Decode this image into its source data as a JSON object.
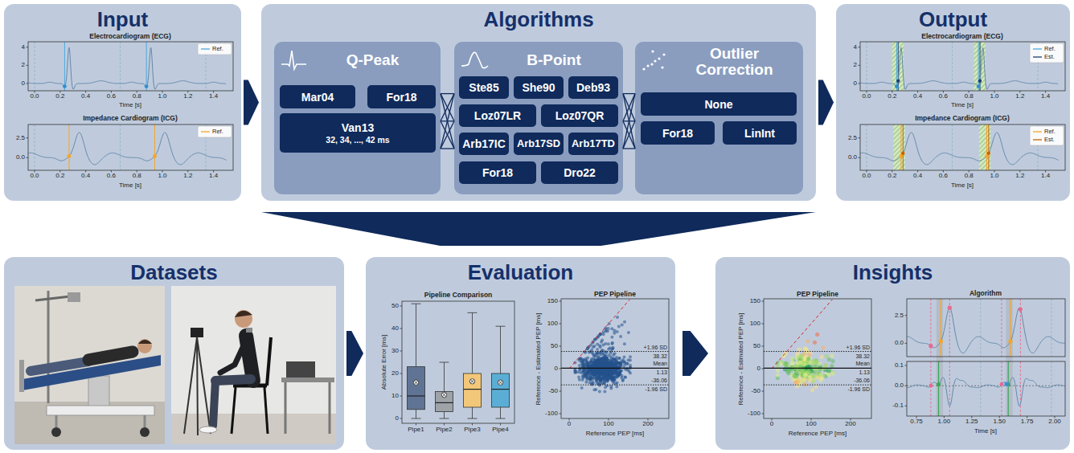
{
  "diagram": {
    "nodes": [
      {
        "text": [
          "Input"
        ]
      },
      {
        "text": [
          "Algorithms"
        ]
      },
      {
        "text": [
          "Q-Peak"
        ],
        "in": 1
      },
      {
        "text": [
          "Mar04"
        ],
        "in": 2
      },
      {
        "text": [
          "For18"
        ],
        "in": 2
      },
      {
        "text": [
          "Van13",
          "32, 34, ..., 42 ms"
        ],
        "in": 2
      },
      {
        "text": [
          "B-Point"
        ],
        "in": 1
      },
      {
        "text": [
          "Ste85"
        ],
        "in": 6
      },
      {
        "text": [
          "She90"
        ],
        "in": 6
      },
      {
        "text": [
          "Deb93"
        ],
        "in": 6
      },
      {
        "text": [
          "Loz07LR"
        ],
        "in": 6
      },
      {
        "text": [
          "Loz07QR"
        ],
        "in": 6
      },
      {
        "text": [
          "Arb17IC"
        ],
        "in": 6
      },
      {
        "text": [
          "Arb17SD"
        ],
        "in": 6
      },
      {
        "text": [
          "Arb17TD"
        ],
        "in": 6
      },
      {
        "text": [
          "For18"
        ],
        "in": 6
      },
      {
        "text": [
          "Dro22"
        ],
        "in": 6
      },
      {
        "text": [
          "Outlier Correction"
        ],
        "in": 1
      },
      {
        "text": [
          "None"
        ],
        "in": 17
      },
      {
        "text": [
          "For18"
        ],
        "in": 17
      },
      {
        "text": [
          "LinInt"
        ],
        "in": 17
      },
      {
        "text": [
          "Output"
        ]
      },
      {
        "text": [
          "Datasets"
        ]
      },
      {
        "text": [
          "Evaluation"
        ]
      },
      {
        "text": [
          "Insights"
        ]
      }
    ],
    "edges": [
      {
        "from": 0,
        "to": 1,
        "arrow": "to"
      },
      {
        "from": 2,
        "to": 6,
        "arrow": "none"
      },
      {
        "from": 6,
        "to": 17,
        "arrow": "none"
      },
      {
        "from": 1,
        "to": 21,
        "arrow": "to"
      },
      {
        "from": 1,
        "to": 23,
        "arrow": "to"
      },
      {
        "from": 22,
        "to": 23,
        "arrow": "to"
      },
      {
        "from": 23,
        "to": 24,
        "arrow": "to"
      }
    ],
    "labels": [
      "Electrocardiogram (ECG)",
      "4",
      "2",
      "0",
      "0.0",
      "0.2",
      "0.4",
      "0.6",
      "0.8",
      "1.0",
      "1.2",
      "1.4",
      "Time [s]",
      "Impedance Cardiogram (ICG)",
      "2.5",
      "0.0",
      "0.0",
      "0.2",
      "0.4",
      "0.6",
      "0.8",
      "1.0",
      "1.2",
      "1.4",
      "Time [s]",
      "Electrocardiogram (ECG)",
      "4",
      "2",
      "0",
      "0.0",
      "0.2",
      "0.4",
      "0.6",
      "0.8",
      "1.0",
      "1.2",
      "1.4",
      "Time [s]",
      "Impedance Cardiogram (ICG)",
      "2.5",
      "0.0",
      "0.0",
      "0.2",
      "0.4",
      "0.6",
      "0.8",
      "1.0",
      "1.2",
      "1.4",
      "Time [s]",
      "Pipeline Comparison",
      "Absolute Error [ms]",
      "0",
      "10",
      "20",
      "30",
      "40",
      "50",
      "Pipe1",
      "Pipe2",
      "Pipe3",
      "Pipe4",
      "PEP Pipeline",
      "Reference - Estimated PEP [ms]",
      "150",
      "100",
      "50",
      "0",
      "-50",
      "-100",
      "0",
      "100",
      "200",
      "Reference PEP [ms]",
      "+1.96 SD",
      "38.32",
      "Mean",
      "1.13",
      "-36.06",
      "-1.96 SD",
      "PEP Pipeline",
      "Reference - Estimated PEP [ms]",
      "150",
      "100",
      "50",
      "0",
      "-50",
      "-100",
      "0",
      "100",
      "200",
      "Reference PEP [ms]",
      "+1.96 SD",
      "38.32",
      "Mean",
      "1.13",
      "-36.06",
      "-1.96 SD",
      "Algorithm",
      "2.5",
      "0.0",
      "0.1",
      "0.0",
      "-0.1",
      "0.75",
      "1.00",
      "1.25",
      "1.50",
      "1.75",
      "2.00",
      "Time [s]"
    ],
    "legend": [
      {
        "text": "Ref."
      },
      {
        "text": "Ref."
      },
      {
        "text": "Ref."
      },
      {
        "text": "Est."
      },
      {
        "text": "Ref."
      },
      {
        "text": "Est."
      }
    ]
  }
}
